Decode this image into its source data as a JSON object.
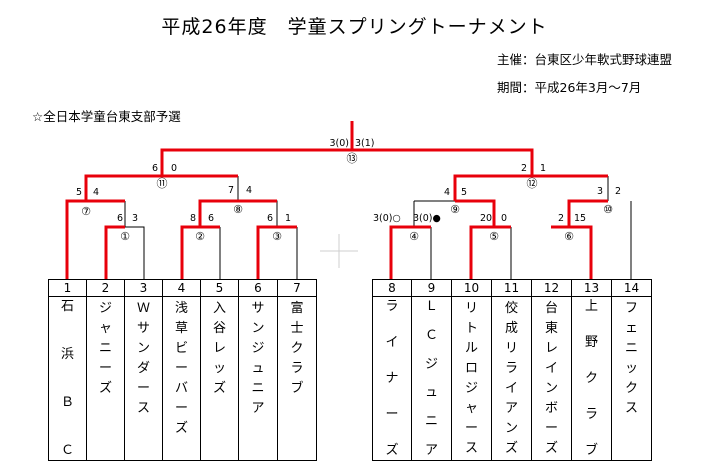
{
  "title": "平成26年度　学童スプリングトーナメント",
  "host": "主催：台東区少年軟式野球連盟",
  "period": "期間：平成26年3月～7月",
  "subtitle": "☆全日本学童台東支部予選",
  "colors": {
    "winner_line": "#e8000b",
    "line": "#000000"
  },
  "teams_left": [
    {
      "num": "1",
      "name": "石浜ＢＣ"
    },
    {
      "num": "2",
      "name": "ジャニーズ"
    },
    {
      "num": "3",
      "name": "Ｗサンダース"
    },
    {
      "num": "4",
      "name": "浅草ビーバーズ"
    },
    {
      "num": "5",
      "name": "入谷レッズ"
    },
    {
      "num": "6",
      "name": "サンジュニア"
    },
    {
      "num": "7",
      "name": "富士クラブ"
    }
  ],
  "teams_right": [
    {
      "num": "8",
      "name": "ライナーズ"
    },
    {
      "num": "9",
      "name": "ＬＣジュニア"
    },
    {
      "num": "10",
      "name": "リトルロジャース"
    },
    {
      "num": "11",
      "name": "佼成リライアンズ"
    },
    {
      "num": "12",
      "name": "台東レインボーズ"
    },
    {
      "num": "13",
      "name": "上野クラブ"
    },
    {
      "num": "14",
      "name": "フェニックス"
    }
  ],
  "match_labels": [
    "①",
    "②",
    "③",
    "④",
    "⑤",
    "⑥",
    "⑦",
    "⑧",
    "⑨",
    "⑩",
    "⑪",
    "⑫",
    "⑬"
  ],
  "scores": {
    "m1": [
      "6",
      "3"
    ],
    "m2": [
      "8",
      "6"
    ],
    "m3": [
      "6",
      "1"
    ],
    "m4": [
      "3(0)○",
      "3(0)●"
    ],
    "m5": [
      "20",
      "0"
    ],
    "m6": [
      "2",
      "15"
    ],
    "m7": [
      "5",
      "4"
    ],
    "m8": [
      "7",
      "4"
    ],
    "m9": [
      "4",
      "5"
    ],
    "m10": [
      "3",
      "2"
    ],
    "m11": [
      "6",
      "0"
    ],
    "m12": [
      "2",
      "1"
    ],
    "m13": [
      "3(0)",
      "3(1)"
    ]
  }
}
